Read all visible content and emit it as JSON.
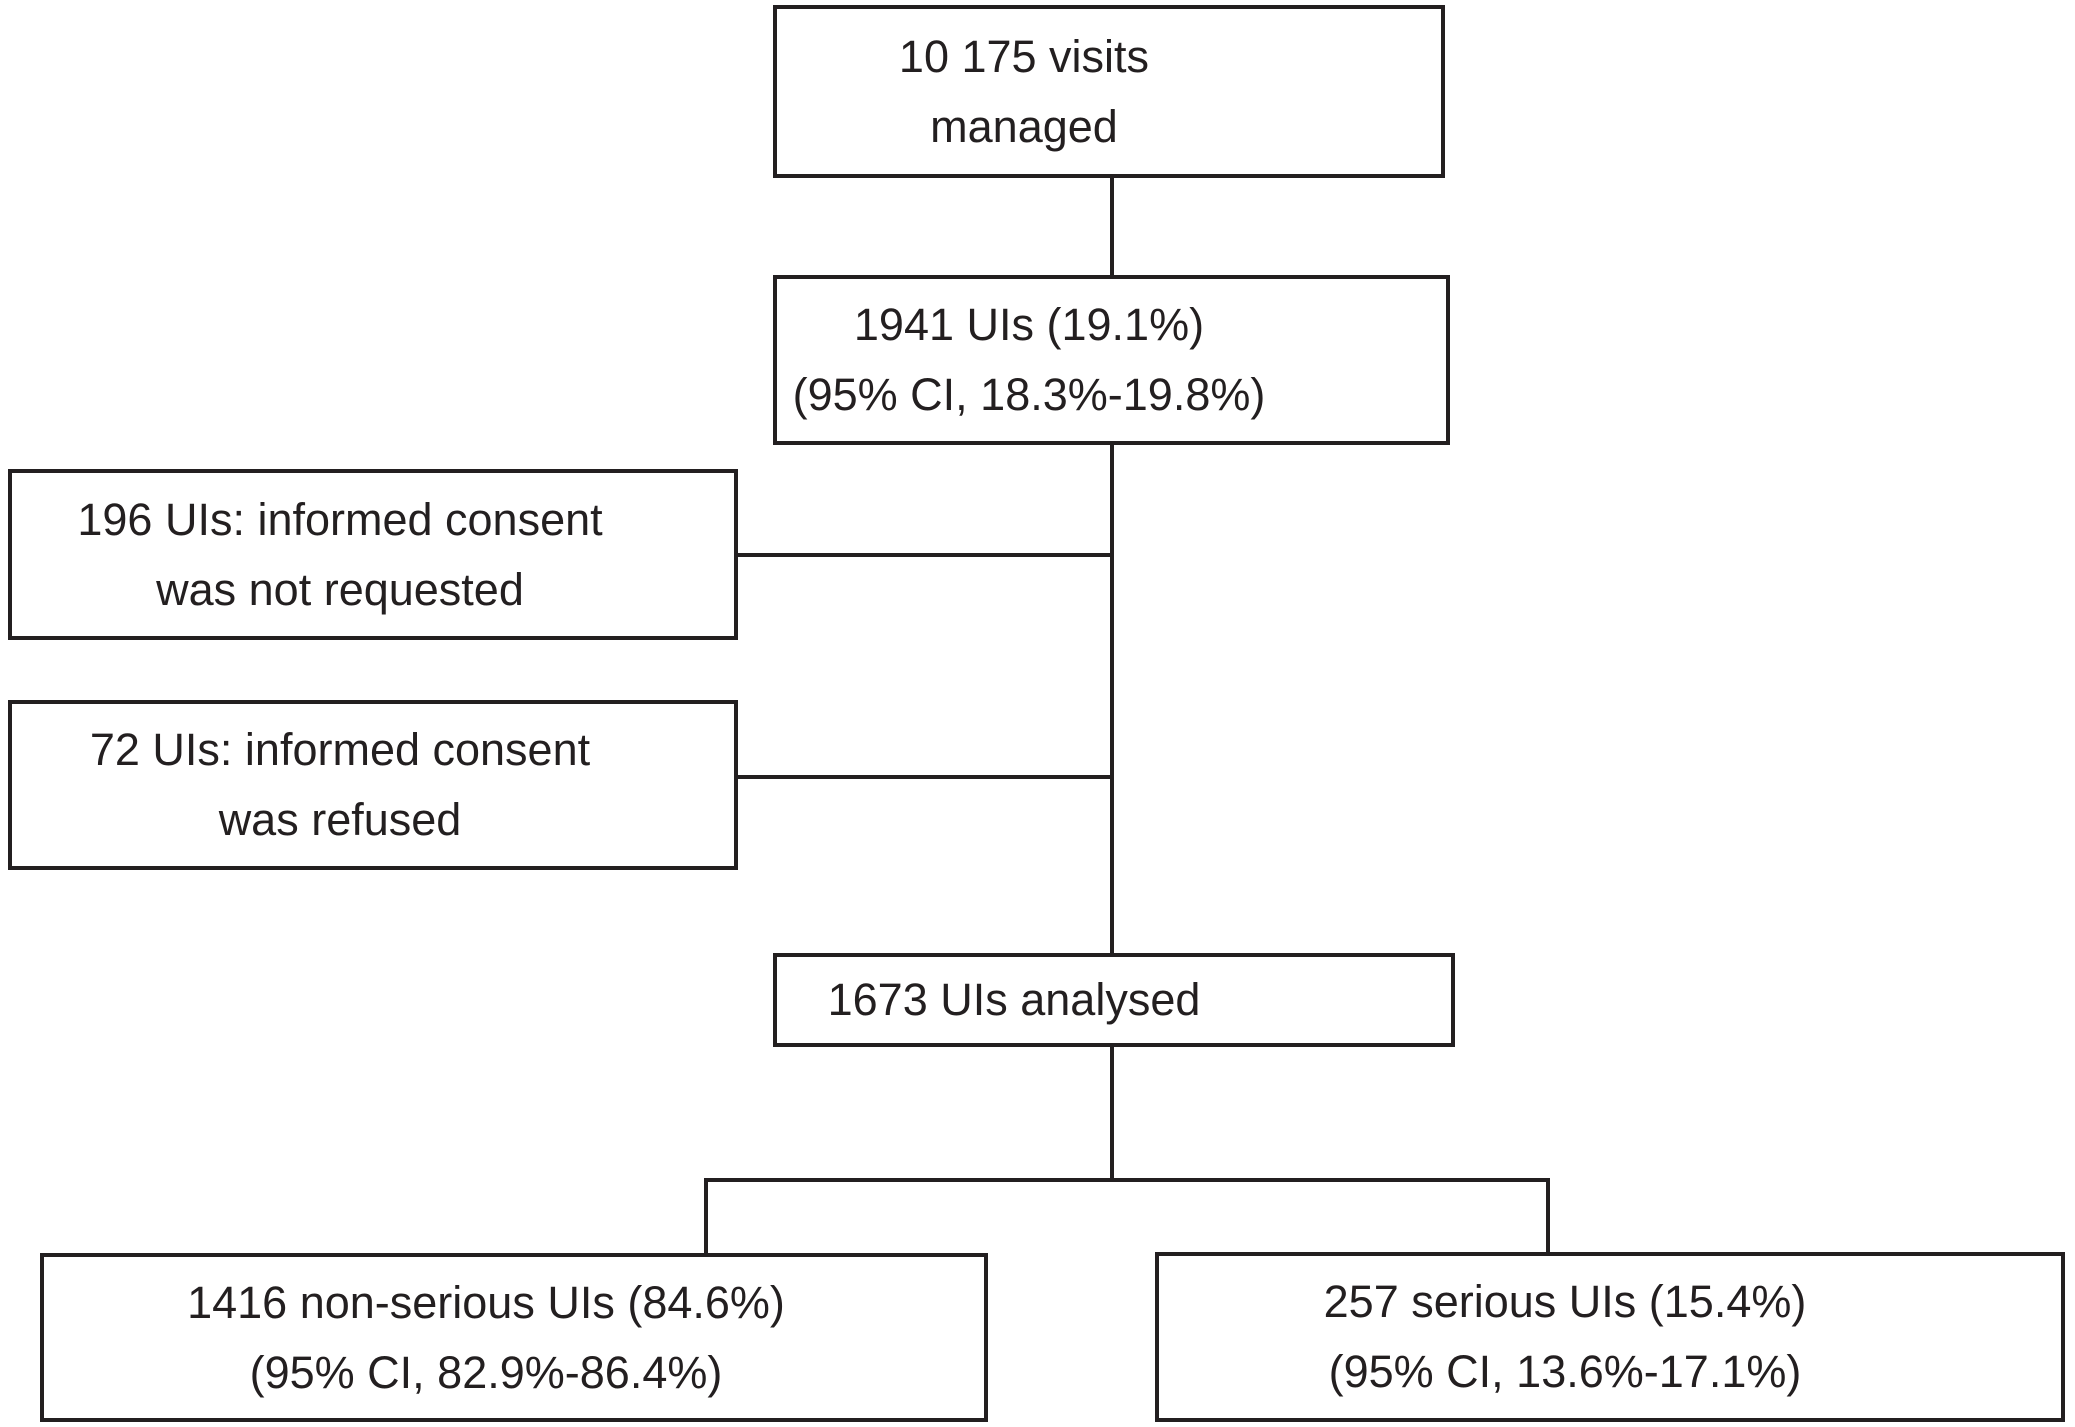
{
  "diagram": {
    "type": "study-flowchart",
    "colors": {
      "background": "#ffffff",
      "box_fill": "#ffffff",
      "border": "#231f20",
      "text": "#231f20"
    },
    "nodes": {
      "visits": {
        "line1": "10 175 visits",
        "line2": "managed"
      },
      "uis_total": {
        "line1": "1941 UIs (19.1%)",
        "line2": "(95% CI, 18.3%-19.8%)"
      },
      "consent_not_requested": {
        "line1": "196 UIs: informed consent",
        "line2": "was not requested"
      },
      "consent_refused": {
        "line1": "72 UIs: informed consent",
        "line2": "was refused"
      },
      "uis_analysed": {
        "line1": "1673 UIs analysed"
      },
      "non_serious": {
        "line1": "1416 non-serious UIs (84.6%)",
        "line2": "(95% CI, 82.9%-86.4%)"
      },
      "serious": {
        "line1": "257 serious UIs (15.4%)",
        "line2": "(95% CI, 13.6%-17.1%)"
      }
    }
  }
}
